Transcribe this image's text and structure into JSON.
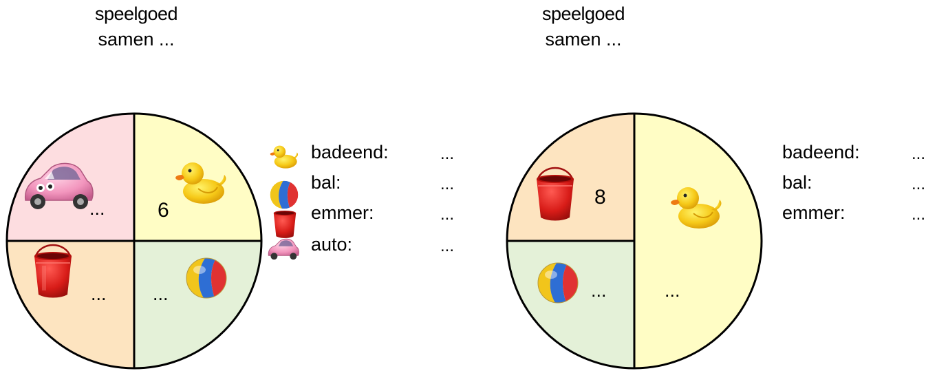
{
  "charts": [
    {
      "title": "speelgoed",
      "subtitle": "samen ...",
      "slices": [
        {
          "name": "auto",
          "fraction": 0.25,
          "color": "#fddde0",
          "icon": "toy-car-icon",
          "value_label": "..."
        },
        {
          "name": "badeend",
          "fraction": 0.25,
          "color": "#fffdc5",
          "icon": "rubber-duck-icon",
          "value_label": "6"
        },
        {
          "name": "bal",
          "fraction": 0.25,
          "color": "#e4f1d8",
          "icon": "beach-ball-icon",
          "value_label": "..."
        },
        {
          "name": "emmer",
          "fraction": 0.25,
          "color": "#fde4c0",
          "icon": "bucket-icon",
          "value_label": "..."
        }
      ],
      "legend": [
        {
          "icon": "rubber-duck-icon",
          "label": "badeend:",
          "value": "..."
        },
        {
          "icon": "beach-ball-icon",
          "label": "bal:",
          "value": "..."
        },
        {
          "icon": "bucket-icon",
          "label": "emmer:",
          "value": "..."
        },
        {
          "icon": "toy-car-icon",
          "label": "auto:",
          "value": "..."
        }
      ]
    },
    {
      "title": "speelgoed",
      "subtitle": "samen ...",
      "slices": [
        {
          "name": "badeend",
          "fraction": 0.5,
          "color": "#fffdc5",
          "icon": "rubber-duck-icon",
          "value_label": "..."
        },
        {
          "name": "bal",
          "fraction": 0.25,
          "color": "#e4f1d8",
          "icon": "beach-ball-icon",
          "value_label": "..."
        },
        {
          "name": "emmer",
          "fraction": 0.25,
          "color": "#fde4c0",
          "icon": "bucket-icon",
          "value_label": "8"
        }
      ],
      "legend": [
        {
          "icon": "",
          "label": "badeend:",
          "value": "..."
        },
        {
          "icon": "",
          "label": "bal:",
          "value": "..."
        },
        {
          "icon": "",
          "label": "emmer:",
          "value": "..."
        }
      ]
    }
  ],
  "chart_data": [
    {
      "type": "pie",
      "title": "speelgoed",
      "subtitle": "samen ...",
      "categories": [
        "auto",
        "badeend",
        "bal",
        "emmer"
      ],
      "values": [
        0.25,
        0.25,
        0.25,
        0.25
      ],
      "data_labels": [
        "...",
        "6",
        "...",
        "..."
      ],
      "legend": [
        "badeend:",
        "bal:",
        "emmer:",
        "auto:"
      ],
      "legend_values": [
        "...",
        "...",
        "...",
        "..."
      ],
      "legend_placement": "right"
    },
    {
      "type": "pie",
      "title": "speelgoed",
      "subtitle": "samen ...",
      "categories": [
        "badeend",
        "bal",
        "emmer"
      ],
      "values": [
        0.5,
        0.25,
        0.25
      ],
      "data_labels": [
        "...",
        "...",
        "8"
      ],
      "legend": [
        "badeend:",
        "bal:",
        "emmer:"
      ],
      "legend_values": [
        "...",
        "...",
        "..."
      ],
      "legend_placement": "right"
    }
  ]
}
